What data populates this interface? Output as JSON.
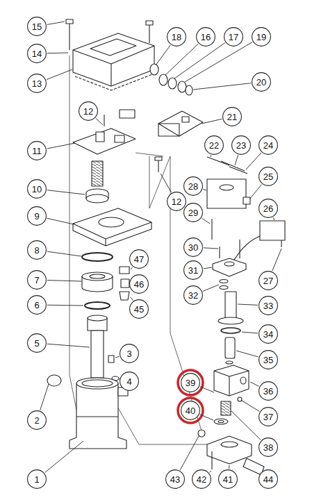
{
  "diagram": {
    "nodes": [
      {
        "text": [
          "1"
        ]
      },
      {
        "text": [
          "2"
        ]
      },
      {
        "text": [
          "3"
        ]
      },
      {
        "text": [
          "4"
        ]
      },
      {
        "text": [
          "5"
        ]
      },
      {
        "text": [
          "6"
        ]
      },
      {
        "text": [
          "7"
        ]
      },
      {
        "text": [
          "8"
        ]
      },
      {
        "text": [
          "9"
        ]
      },
      {
        "text": [
          "10"
        ]
      },
      {
        "text": [
          "11"
        ]
      },
      {
        "text": [
          "12"
        ]
      },
      {
        "text": [
          "12"
        ]
      },
      {
        "text": [
          "13"
        ]
      },
      {
        "text": [
          "14"
        ]
      },
      {
        "text": [
          "15"
        ]
      },
      {
        "text": [
          "16"
        ]
      },
      {
        "text": [
          "17"
        ]
      },
      {
        "text": [
          "18"
        ]
      },
      {
        "text": [
          "19"
        ]
      },
      {
        "text": [
          "20"
        ]
      },
      {
        "text": [
          "21"
        ]
      },
      {
        "text": [
          "22"
        ]
      },
      {
        "text": [
          "23"
        ]
      },
      {
        "text": [
          "24"
        ]
      },
      {
        "text": [
          "25"
        ]
      },
      {
        "text": [
          "26"
        ]
      },
      {
        "text": [
          "27"
        ]
      },
      {
        "text": [
          "28"
        ]
      },
      {
        "text": [
          "29"
        ]
      },
      {
        "text": [
          "30"
        ]
      },
      {
        "text": [
          "31"
        ]
      },
      {
        "text": [
          "32"
        ]
      },
      {
        "text": [
          "33"
        ]
      },
      {
        "text": [
          "34"
        ]
      },
      {
        "text": [
          "35"
        ]
      },
      {
        "text": [
          "36"
        ]
      },
      {
        "text": [
          "37"
        ]
      },
      {
        "text": [
          "38"
        ]
      },
      {
        "text": [
          "39"
        ]
      },
      {
        "text": [
          "40"
        ]
      },
      {
        "text": [
          "41"
        ]
      },
      {
        "text": [
          "42"
        ]
      },
      {
        "text": [
          "43"
        ]
      },
      {
        "text": [
          "44"
        ]
      },
      {
        "text": [
          "45"
        ]
      },
      {
        "text": [
          "46"
        ]
      },
      {
        "text": [
          "47"
        ]
      }
    ]
  }
}
